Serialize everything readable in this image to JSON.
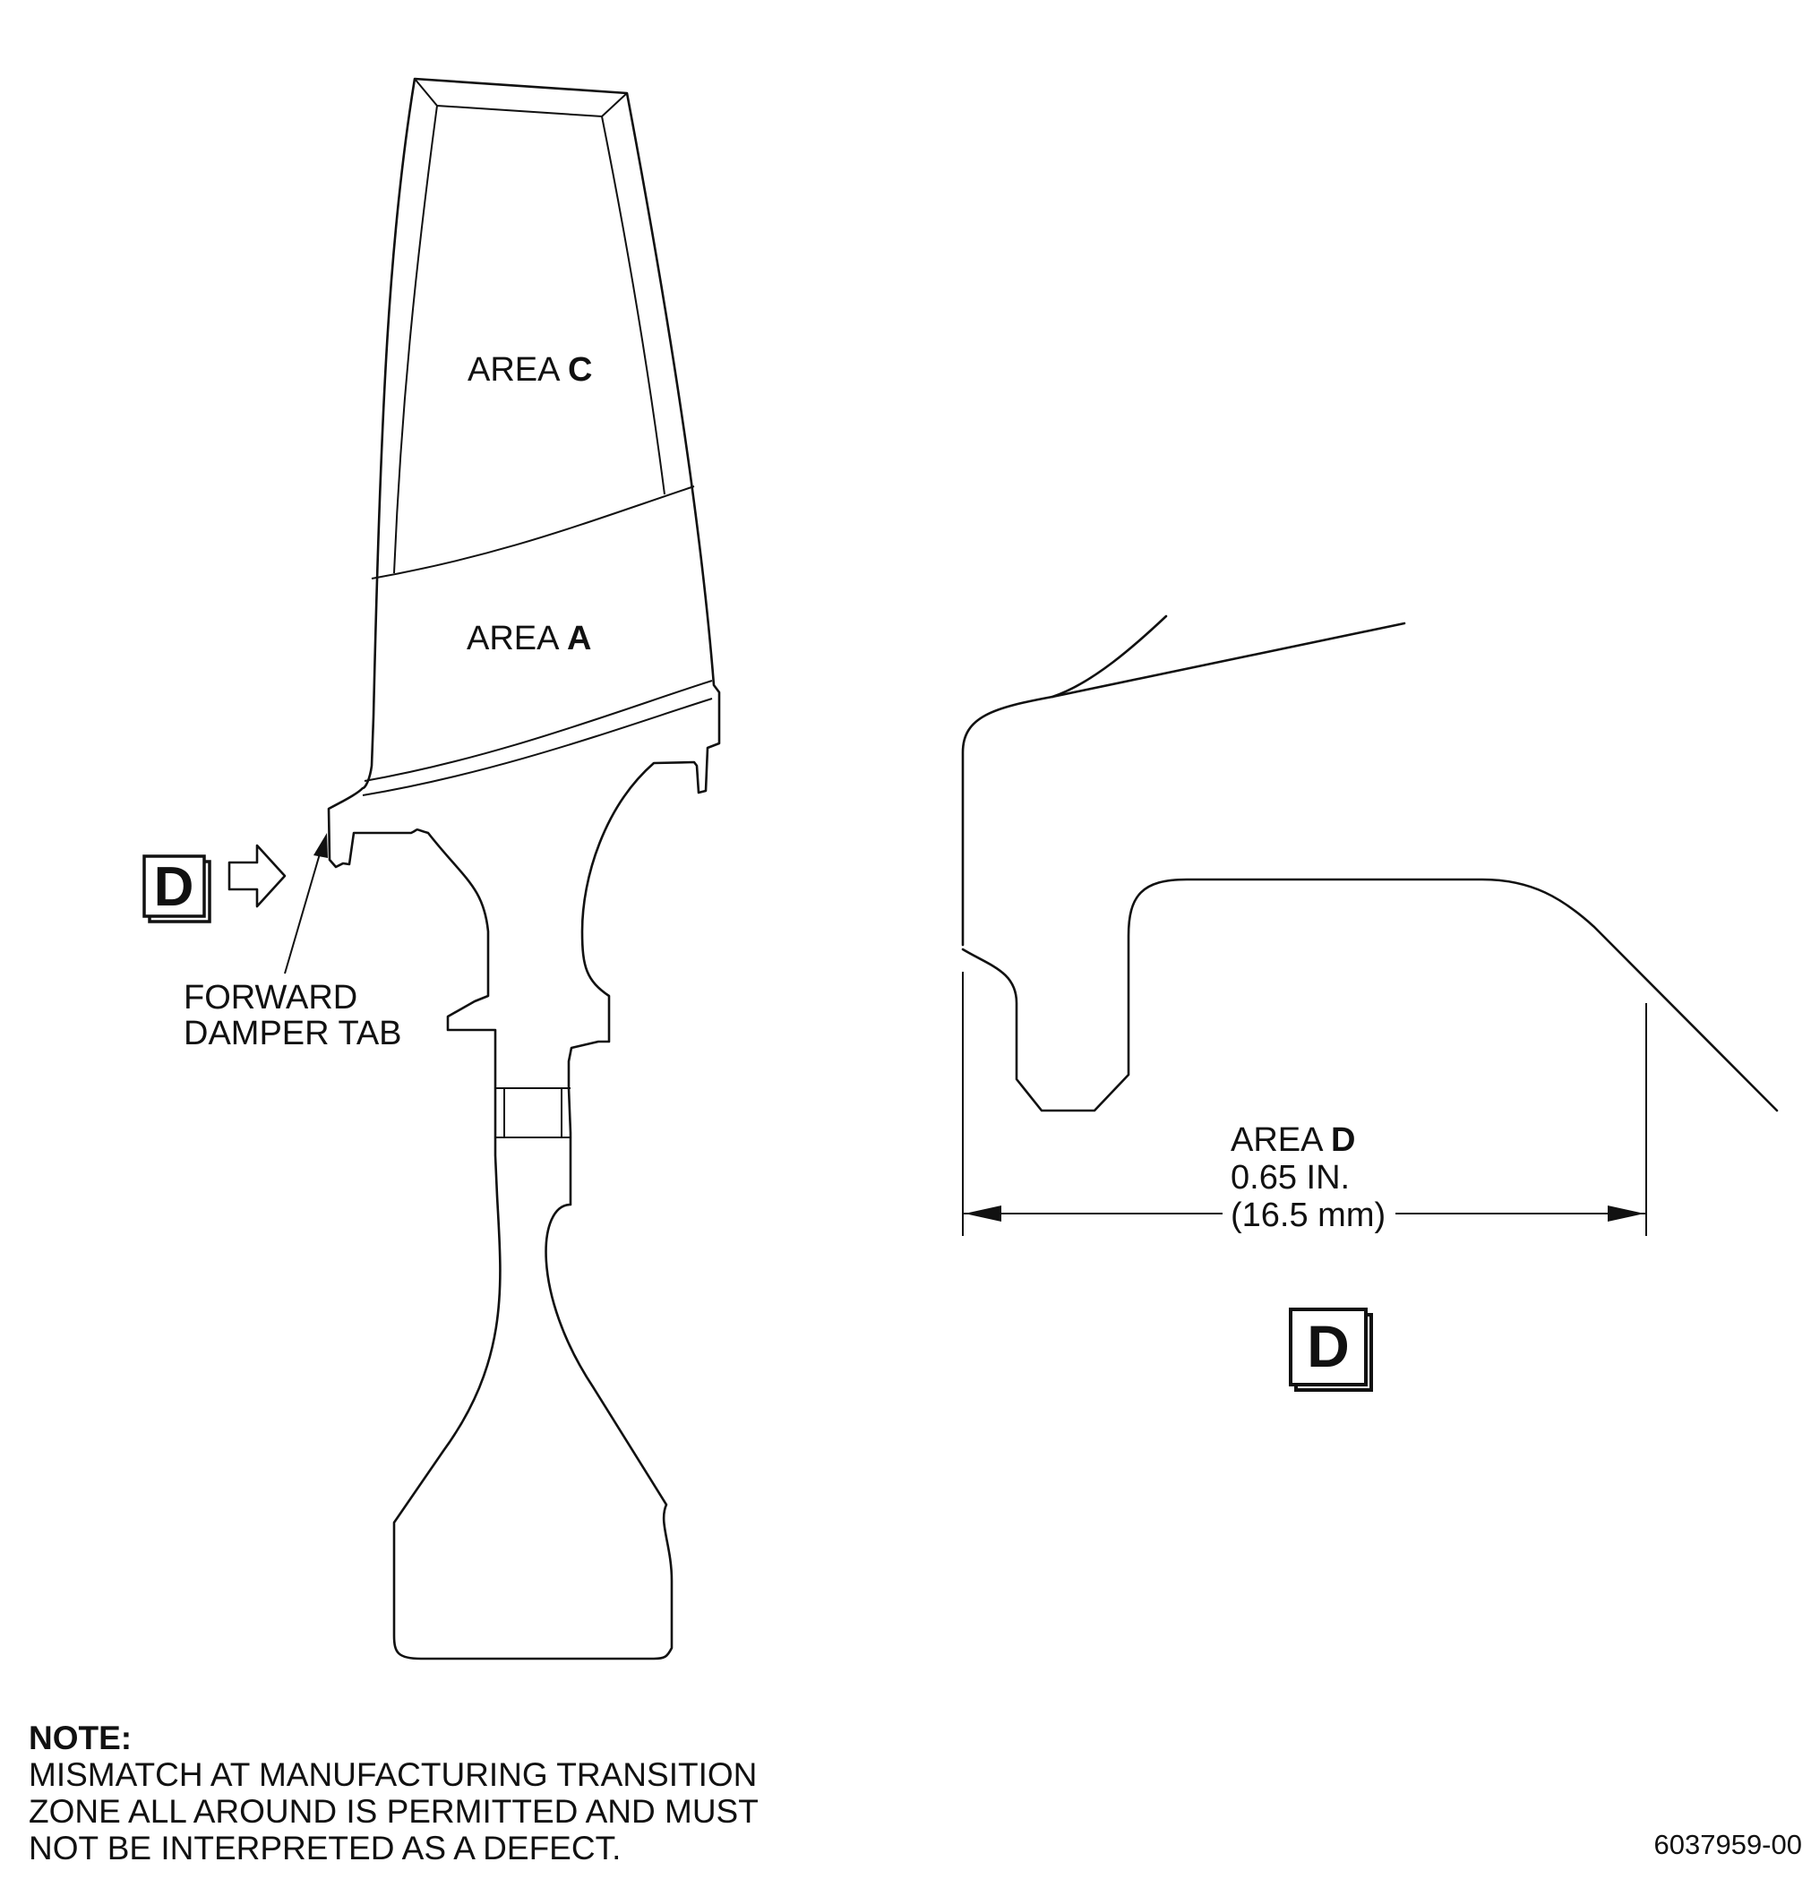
{
  "blade_view": {
    "area_c": {
      "prefix": "AREA ",
      "letter": "C"
    },
    "area_a": {
      "prefix": "AREA ",
      "letter": "A"
    },
    "view_marker": "D",
    "tab_label_line1": "FORWARD",
    "tab_label_line2": "DAMPER TAB"
  },
  "detail_view": {
    "area_d": {
      "prefix": "AREA ",
      "letter": "D"
    },
    "dimension_in": "0.65 IN.",
    "dimension_mm": "(16.5 mm)",
    "view_marker": "D"
  },
  "note": {
    "title": "NOTE:",
    "line1": "MISMATCH AT MANUFACTURING TRANSITION",
    "line2": "ZONE ALL AROUND IS PERMITTED AND MUST",
    "line3": "NOT BE INTERPRETED AS A DEFECT."
  },
  "figure_number": "6037959-00"
}
